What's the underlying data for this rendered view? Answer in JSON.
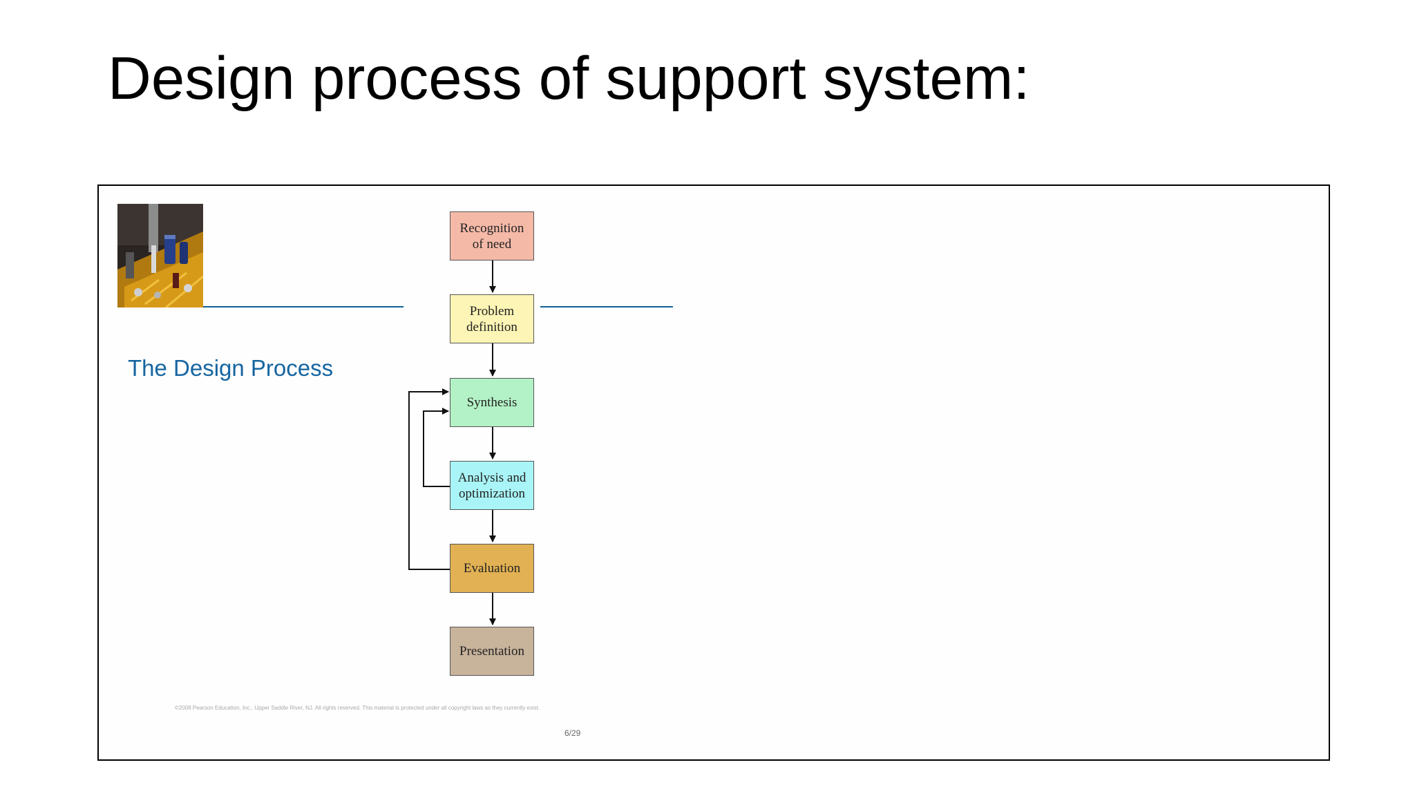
{
  "slide": {
    "title": "Design process of support system:"
  },
  "figure": {
    "subtitle": "The Design Process",
    "subtitle_color": "#1565a0",
    "rule_color": "#0c5f95",
    "thumbnail_icon": "circuit-board-photo",
    "steps": [
      {
        "label": "Recognition\nof need",
        "color": "#f5b9a8"
      },
      {
        "label": "Problem\ndefinition",
        "color": "#fdf5b5"
      },
      {
        "label": "Synthesis",
        "color": "#b3f2c6"
      },
      {
        "label": "Analysis and\noptimization",
        "color": "#a9f4f6"
      },
      {
        "label": "Evaluation",
        "color": "#e2b153"
      },
      {
        "label": "Presentation",
        "color": "#c8b39b"
      }
    ],
    "feedback_loops": [
      {
        "from": "Analysis and optimization",
        "to": "Synthesis"
      },
      {
        "from": "Evaluation",
        "to": "Synthesis"
      }
    ],
    "copyright": "©2008 Pearson Education, Inc., Upper Saddle River, NJ.  All rights reserved.  This material is protected under all copyright laws as they currently exist.",
    "page_number": "6/29"
  }
}
